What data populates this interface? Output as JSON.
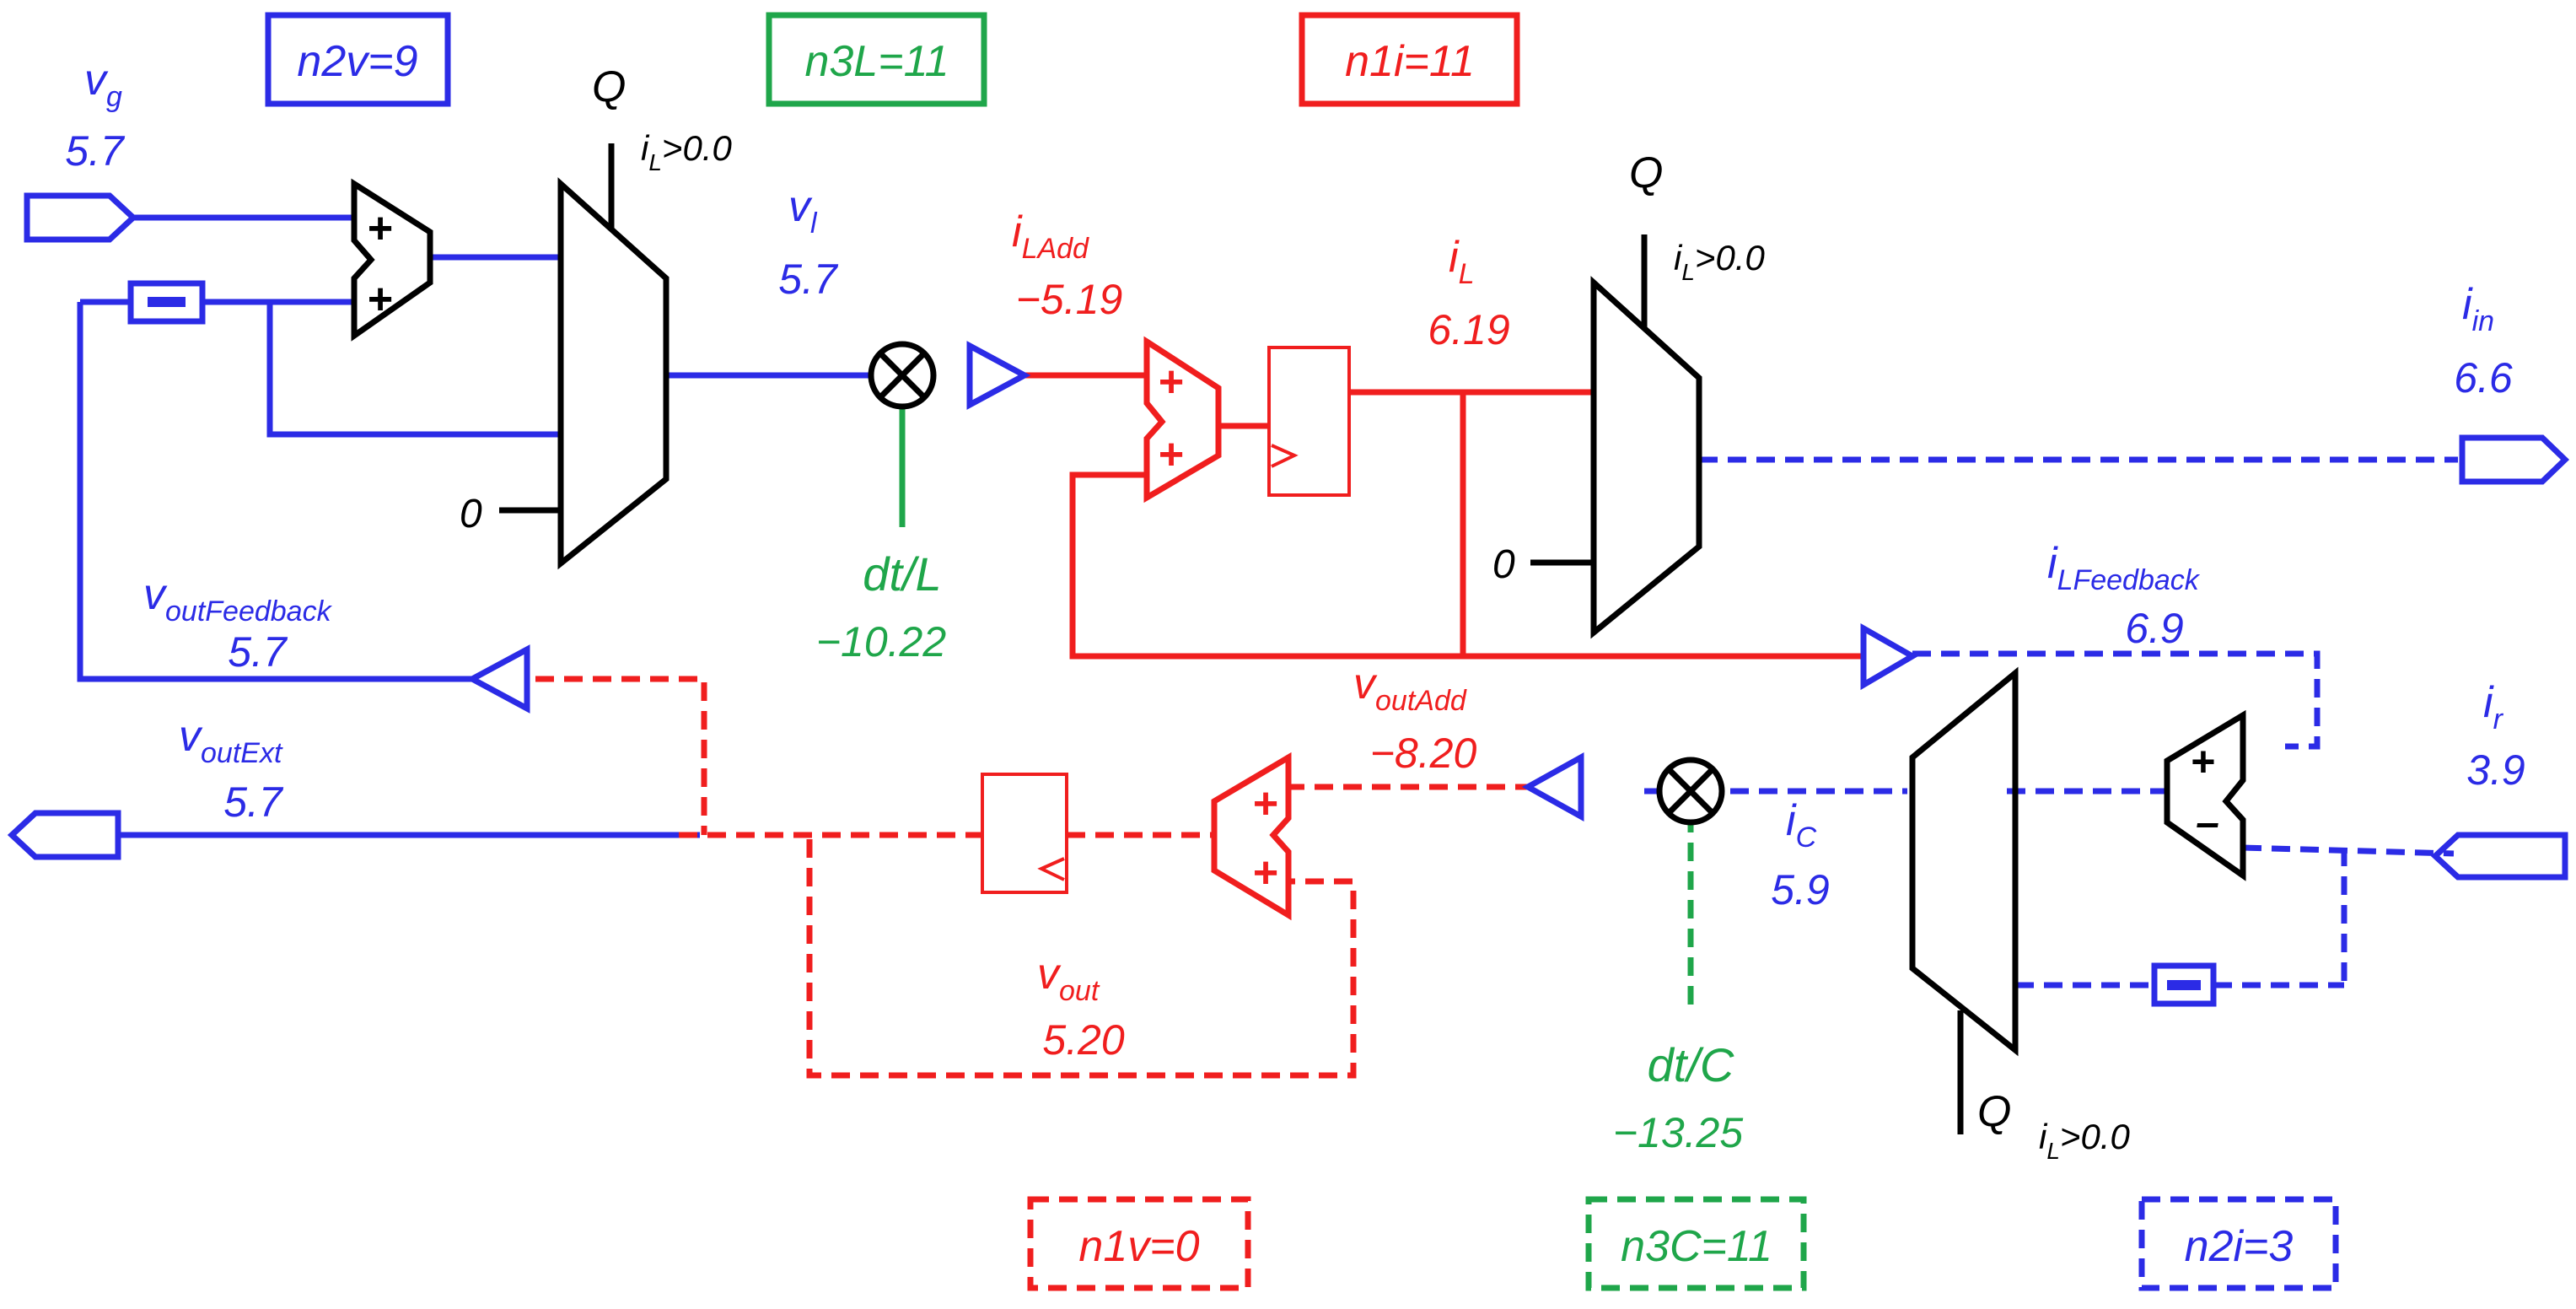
{
  "colors": {
    "blue": "#2b2be6",
    "red": "#f01e1e",
    "green": "#1fa64a",
    "black": "#000000"
  },
  "counters": {
    "n2v": "n2v=9",
    "n3L": "n3L=11",
    "n1i": "n1i=11",
    "n1v": "n1v=0",
    "n3C": "n3C=11",
    "n2i": "n2i=3"
  },
  "signals": {
    "vg": {
      "sym": "v",
      "sub": "g",
      "val": "5.7"
    },
    "vl": {
      "sym": "v",
      "sub": "l",
      "val": "5.7"
    },
    "iLAdd": {
      "sym": "i",
      "sub": "LAdd",
      "val": "−5.19"
    },
    "iL": {
      "sym": "i",
      "sub": "L",
      "val": "6.19"
    },
    "iin": {
      "sym": "i",
      "sub": "in",
      "val": "6.6"
    },
    "dtL": {
      "label": "dt/L",
      "val": "−10.22"
    },
    "voutFeedback": {
      "sym": "v",
      "sub": "outFeedback",
      "val": "5.7"
    },
    "iLFeedback": {
      "sym": "i",
      "sub": "LFeedback",
      "val": "6.9"
    },
    "voutAdd": {
      "sym": "v",
      "sub": "outAdd",
      "val": "−8.20"
    },
    "ir": {
      "sym": "i",
      "sub": "r",
      "val": "3.9"
    },
    "voutExt": {
      "sym": "v",
      "sub": "outExt",
      "val": "5.7"
    },
    "iC": {
      "sym": "i",
      "sub": "C",
      "val": "5.9"
    },
    "vout": {
      "sym": "v",
      "sub": "out",
      "val": "5.20"
    },
    "dtC": {
      "label": "dt/C",
      "val": "−13.25"
    }
  },
  "mux": {
    "select": "Q",
    "cond_prefix": "i",
    "cond_sub": "L",
    "cond_rest": ">0.0",
    "zero": "0"
  },
  "adder": {
    "plus": "+",
    "minus": "–"
  }
}
